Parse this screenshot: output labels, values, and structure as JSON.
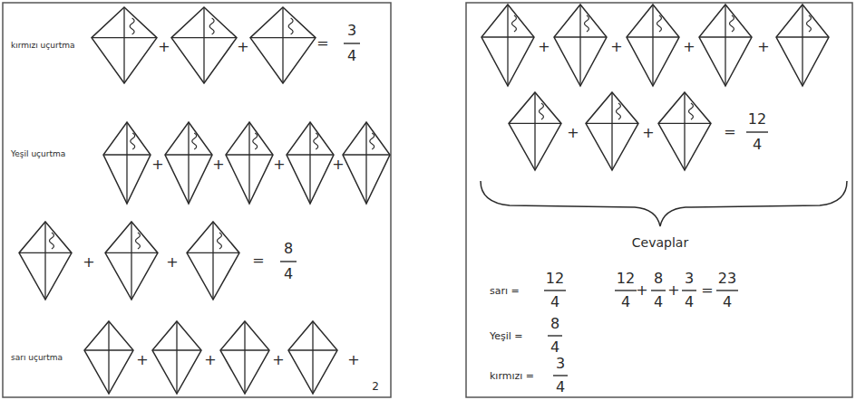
{
  "diagram": {
    "labels": [
      "kırmızı uçurtma",
      "+",
      "+",
      "=",
      "3",
      "4",
      "Yeşil uçurtma",
      "+",
      "+",
      "+",
      "+",
      "+",
      "+",
      "=",
      "8",
      "4",
      "sarı uçurtma",
      "+",
      "+",
      "+",
      "+",
      "2",
      "+",
      "+",
      "+",
      "+",
      "+",
      "+",
      "=",
      "12",
      "4",
      "Cevaplar",
      "sarı =",
      "12",
      "4",
      "12",
      "4",
      "+",
      "8",
      "4",
      "+",
      "3",
      "4",
      "=",
      "23",
      "4",
      "Yeşil =",
      "8",
      "4",
      "kırmızı =",
      "3",
      "4"
    ]
  }
}
